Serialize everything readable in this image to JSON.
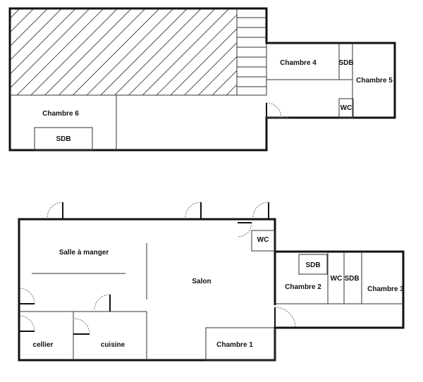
{
  "floors": {
    "upper": {
      "rooms": {
        "chambre6": "Chambre 6",
        "sdb6": "SDB",
        "chambre4": "Chambre 4",
        "sdb4": "SDB",
        "chambre5": "Chambre 5",
        "wc": "WC"
      }
    },
    "lower": {
      "rooms": {
        "salle_a_manger": "Salle à manger",
        "salon": "Salon",
        "wc": "WC",
        "sdb": "SDB",
        "chambre2": "Chambre 2",
        "wc2": "WC",
        "sdb2": "SDB",
        "chambre3": "Chambre 3",
        "cellier": "cellier",
        "cuisine": "cuisine",
        "chambre1": "Chambre 1"
      }
    }
  },
  "colors": {
    "wall": "#111111",
    "hatch": "#222222",
    "door_swing": "#666666",
    "background": "#ffffff"
  }
}
